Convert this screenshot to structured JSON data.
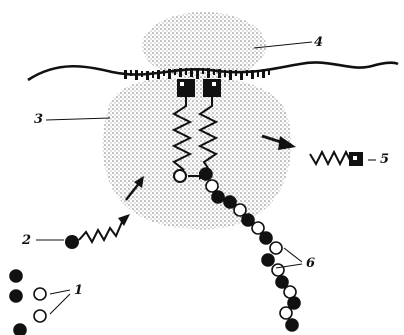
{
  "labels": {
    "l1": "1",
    "l2": "2",
    "l3": "3",
    "l4": "4",
    "l5": "5",
    "l6": "6"
  },
  "colors": {
    "ink": "#111111",
    "stipple": "#8a8a8a",
    "background": "#ffffff"
  }
}
